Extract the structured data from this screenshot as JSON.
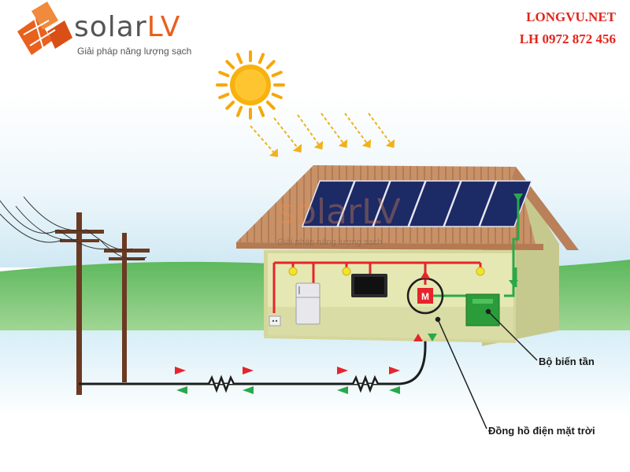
{
  "brand": {
    "name_part1": "solar",
    "name_part2": "LV",
    "tagline": "Giải pháp năng lượng sạch"
  },
  "contact": {
    "website": "LONGVU.NET",
    "phone": "LH 0972 872 456"
  },
  "labels": {
    "inverter": "Bộ biến tần",
    "meter": "Đồng hồ điện mặt trời",
    "meter_symbol": "M"
  },
  "colors": {
    "brand_orange": "#e8611d",
    "contact_red": "#e1261c",
    "export_arrow_red": "#e5252b",
    "import_arrow_green": "#2aa84a",
    "sun": "#f7a70a",
    "solar_panel": "#1c2a66",
    "inverter_box": "#2a9c3a",
    "roof": "#c99167",
    "wall": "#d4d69a"
  },
  "icons": [
    "sun-icon",
    "solar-panel-icon",
    "utility-pole-icon",
    "resistor-icon",
    "refrigerator-icon",
    "television-icon",
    "light-bulb-icon",
    "power-outlet-icon",
    "inverter-icon",
    "meter-icon"
  ]
}
